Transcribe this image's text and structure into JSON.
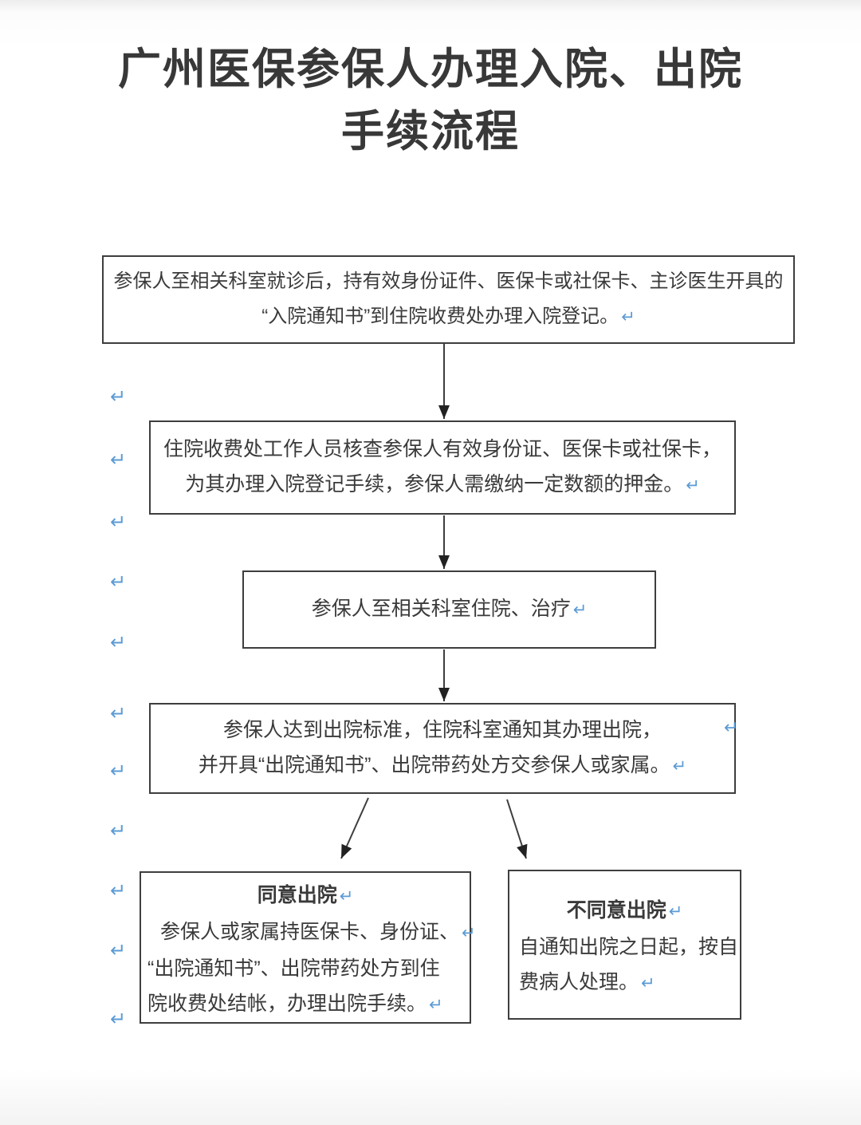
{
  "page": {
    "title_line1": "广州医保参保人办理入院、出院",
    "title_line2": "手续流程"
  },
  "colors": {
    "text": "#3a3a3a",
    "box_border": "#3e3e3e",
    "arrow": "#3e3e3e",
    "return_mark_blue": "#5b9bd5",
    "page_background": "#ffffff"
  },
  "icons": {
    "return_mark": "↵"
  },
  "flowchart": {
    "step1": {
      "line1": "参保人至相关科室就诊后，持有效身份证件、医保卡或社保卡、主诊医生开具的",
      "line2": "“入院通知书”到住院收费处办理入院登记。"
    },
    "step2": {
      "line1": "住院收费处工作人员核查参保人有效身份证、医保卡或社保卡，",
      "line2": "为其办理入院登记手续，参保人需缴纳一定数额的押金。"
    },
    "step3": {
      "line1": "参保人至相关科室住院、治疗"
    },
    "step4": {
      "line1": "参保人达到出院标准，住院科室通知其办理出院，",
      "line2": "并开具“出院通知书”、出院带药处方交参保人或家属。"
    },
    "agree": {
      "title": "同意出院",
      "line1": "参保人或家属持医保卡、身份证、",
      "line2": "“出院通知书”、出院带药处方到住",
      "line3": "院收费处结帐，办理出院手续。"
    },
    "disagree": {
      "title": "不同意出院",
      "line1": "自通知出院之日起，按自",
      "line2": "费病人处理。"
    }
  }
}
